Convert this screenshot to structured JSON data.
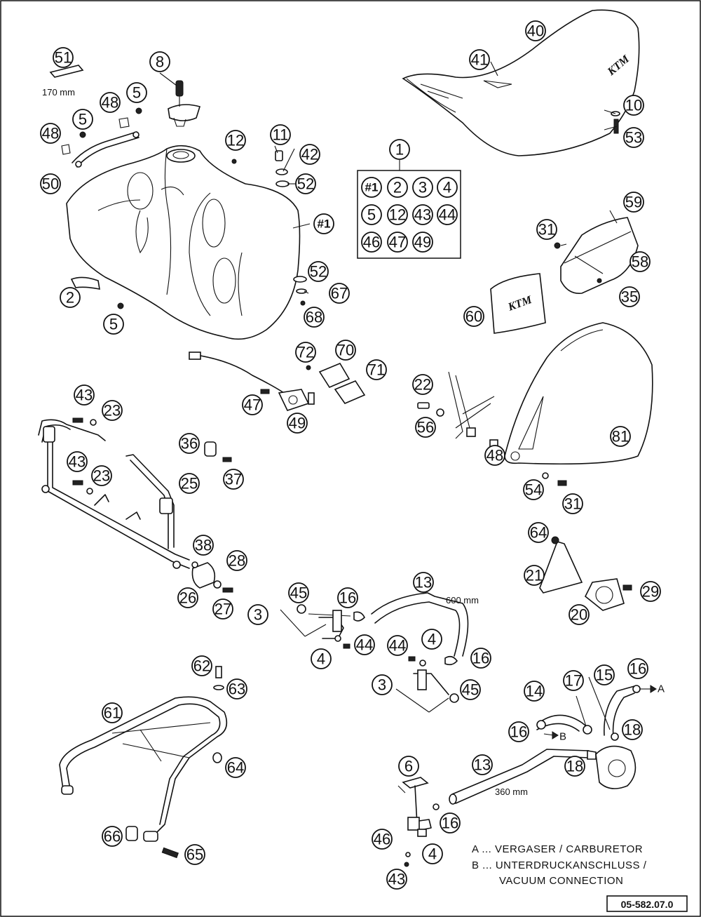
{
  "callout_labels": {
    "c51": "51",
    "c8": "8",
    "c5a": "5",
    "c48a": "48",
    "c5b": "5",
    "c48b": "48",
    "c50": "50",
    "c12": "12",
    "c11": "11",
    "c42": "42",
    "c52a": "52",
    "c52b": "52",
    "c67": "67",
    "c68": "68",
    "c2": "2",
    "c5c": "5",
    "c40": "40",
    "c41": "41",
    "c10": "10",
    "c53": "53",
    "c1": "1",
    "c59": "59",
    "c31a": "31",
    "c58": "58",
    "c35": "35",
    "c60": "60",
    "c72": "72",
    "c70": "70",
    "c71": "71",
    "c47": "47",
    "c49": "49",
    "c22": "22",
    "c56": "56",
    "c48c": "48",
    "c81": "81",
    "c54": "54",
    "c31b": "31",
    "c43a": "43",
    "c23a": "23",
    "c36": "36",
    "c37": "37",
    "c43b": "43",
    "c23b": "23",
    "c25": "25",
    "c38": "38",
    "c28": "28",
    "c26": "26",
    "c27": "27",
    "c64a": "64",
    "c21": "21",
    "c29": "29",
    "c20": "20",
    "c13a": "13",
    "c45a": "45",
    "c16a": "16",
    "c3a": "3",
    "c4a": "4",
    "c44a": "44",
    "c44b": "44",
    "c4b": "4",
    "c16b": "16",
    "c3b": "3",
    "c45b": "45",
    "c62": "62",
    "c63": "63",
    "c61": "61",
    "c64b": "64",
    "c66": "66",
    "c65": "65",
    "c14": "14",
    "c17": "17",
    "c15": "15",
    "c16c": "16",
    "c16d": "16",
    "c18a": "18",
    "c18b": "18",
    "c13b": "13",
    "c6": "6",
    "c16e": "16",
    "c46": "46",
    "c4c": "4",
    "c43c": "43"
  },
  "kit_labels": [
    "#1",
    "2",
    "3",
    "4",
    "5",
    "12",
    "43",
    "44",
    "46",
    "47",
    "49"
  ],
  "tank_marker": "#1",
  "dimensions": {
    "d170": "170 mm",
    "d600": "600 mm",
    "d360": "360 mm"
  },
  "pointer_letters": {
    "a": "A",
    "b": "B"
  },
  "legend": {
    "line1": "A ... VERGASER / CARBURETOR",
    "line2": "B ... UNTERDRUCKANSCHLUSS /",
    "line3": "VACUUM CONNECTION"
  },
  "logos": {
    "seat": "KTM",
    "plate": "KTM"
  },
  "figure_code": "05-582.07.0"
}
